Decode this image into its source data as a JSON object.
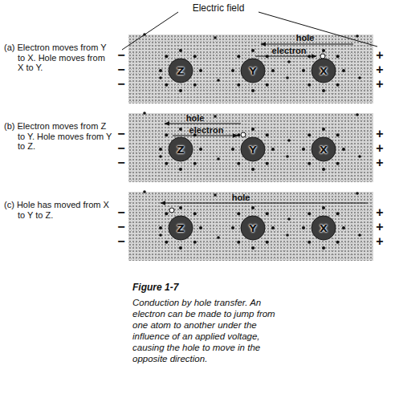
{
  "diagram": {
    "caption": "Conduction by hole transfer. An electron can be made to jump from one atom to another under the influence of an applied voltage, causing the hole to move in the opposite direction.",
    "nodes": [
      {
        "text": [
          "(a) Electron moves from Y to X. Hole moves from X to Y."
        ]
      },
      {
        "text": [
          "Z"
        ],
        "in": 0
      },
      {
        "text": [
          "Y"
        ],
        "in": 0
      },
      {
        "text": [
          "X"
        ],
        "in": 0
      },
      {
        "text": [
          "(b) Electron moves from Z to Y. Hole moves from Y to Z."
        ]
      },
      {
        "text": [
          "Z"
        ],
        "in": 4
      },
      {
        "text": [
          "Y"
        ],
        "in": 4
      },
      {
        "text": [
          "X"
        ],
        "in": 4
      },
      {
        "text": [
          "(c) Hole has moved from X to Y to Z."
        ]
      },
      {
        "text": [
          "Z"
        ],
        "in": 8
      },
      {
        "text": [
          "Y"
        ],
        "in": 8
      },
      {
        "text": [
          "X"
        ],
        "in": 8
      }
    ],
    "labels": [
      "Electric field",
      "hole",
      "electron",
      "hole",
      "electron",
      "hole",
      "−",
      "−",
      "−",
      "+",
      "+",
      "+",
      "−",
      "−",
      "−",
      "+",
      "+",
      "+",
      "−",
      "−",
      "−",
      "+",
      "+",
      "+",
      "Figure 1-7"
    ]
  }
}
